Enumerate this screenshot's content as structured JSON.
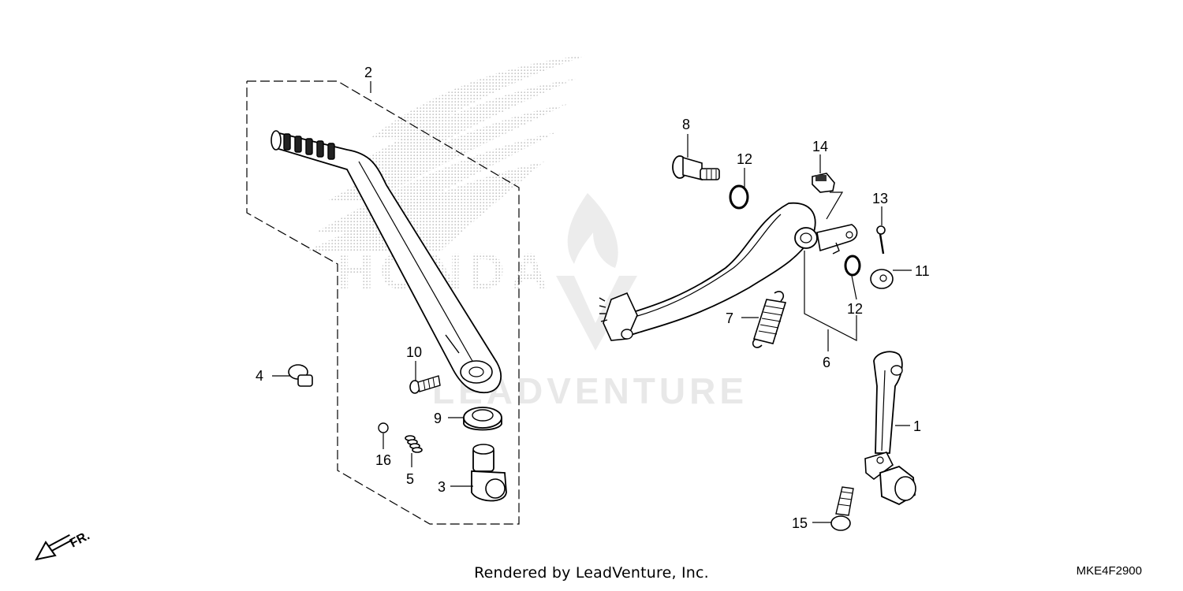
{
  "watermark": {
    "brand": "HONDA",
    "dealer": "LEADVENTURE",
    "brand_color": "#c8c8c8",
    "dealer_color": "#e6e6e6"
  },
  "callouts": [
    {
      "id": "1",
      "label": "1"
    },
    {
      "id": "2",
      "label": "2"
    },
    {
      "id": "3",
      "label": "3"
    },
    {
      "id": "4",
      "label": "4"
    },
    {
      "id": "5",
      "label": "5"
    },
    {
      "id": "6",
      "label": "6"
    },
    {
      "id": "7",
      "label": "7"
    },
    {
      "id": "8",
      "label": "8"
    },
    {
      "id": "9",
      "label": "9"
    },
    {
      "id": "10",
      "label": "10"
    },
    {
      "id": "11",
      "label": "11"
    },
    {
      "id": "12a",
      "label": "12"
    },
    {
      "id": "12b",
      "label": "12"
    },
    {
      "id": "13",
      "label": "13"
    },
    {
      "id": "14",
      "label": "14"
    },
    {
      "id": "15",
      "label": "15"
    },
    {
      "id": "16",
      "label": "16"
    }
  ],
  "front_indicator": {
    "label": "FR.",
    "icon": "arrow-down-left-icon"
  },
  "footer": {
    "credit": "Rendered by LeadVenture, Inc.",
    "diagram_code": "MKE4F2900"
  }
}
